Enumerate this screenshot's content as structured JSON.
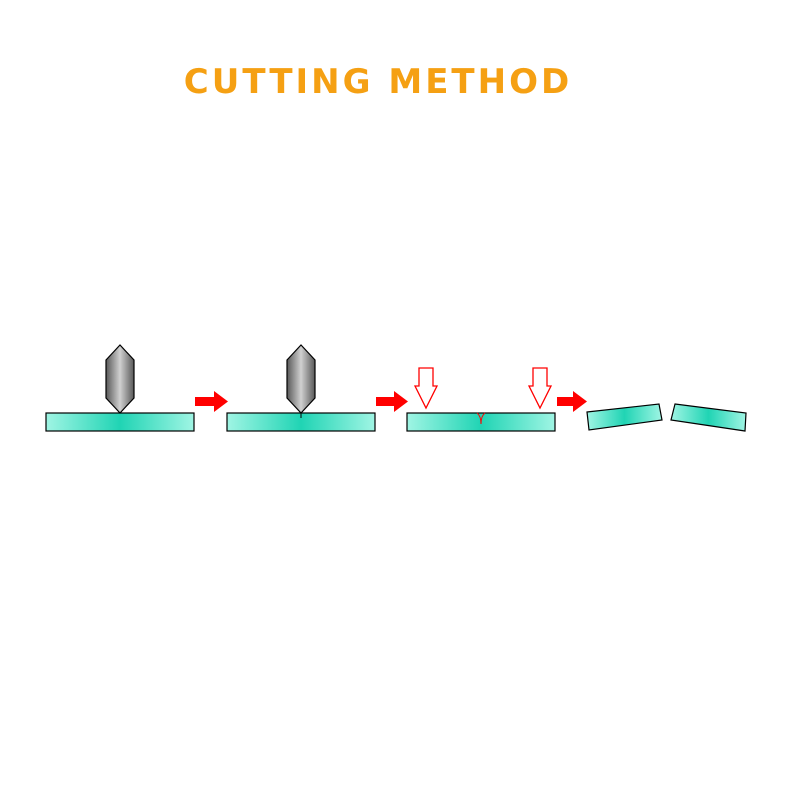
{
  "title": "CUTTING METHOD",
  "colors": {
    "title": "#f5a013",
    "glass_center": "#20d4b4",
    "glass_edge": "#a0f5e4",
    "glass_outline": "#000000",
    "cutter_dark": "#585858",
    "cutter_light": "#d0d0d0",
    "step_arrow": "#ff0000",
    "pressure_arrow_stroke": "#ff0000",
    "pressure_arrow_fill": "#ffffff"
  },
  "icons": {
    "cutter": "cutter-wheel-icon",
    "step": "arrow-right-icon",
    "pressure": "arrow-down-outline-icon"
  },
  "steps": [
    {
      "id": "place-cutter",
      "cutter": true,
      "score_mark": false,
      "pressure": false,
      "broken": false
    },
    {
      "id": "score-glass",
      "cutter": true,
      "score_mark": true,
      "pressure": false,
      "broken": false
    },
    {
      "id": "apply-pressure",
      "cutter": false,
      "score_mark": true,
      "pressure": true,
      "broken": false
    },
    {
      "id": "break-glass",
      "cutter": false,
      "score_mark": false,
      "pressure": false,
      "broken": true
    }
  ]
}
